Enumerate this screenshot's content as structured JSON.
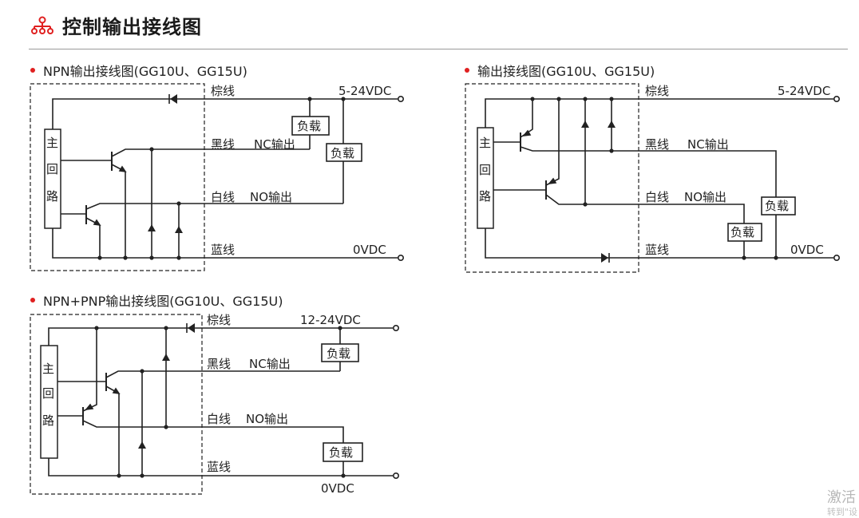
{
  "header": {
    "title": "控制输出接线图",
    "icon": "network-icon",
    "accent": "#e02020"
  },
  "sections": [
    {
      "title": "NPN输出接线图(GG10U、GG15U)"
    },
    {
      "title": "输出接线图(GG10U、GG15U)"
    },
    {
      "title": "NPN+PNP输出接线图(GG10U、GG15U)"
    }
  ],
  "diagrams": {
    "npn": {
      "main_circuit": [
        "主",
        "回",
        "路"
      ],
      "brown": "棕线",
      "black": "黑线",
      "nc_out": "NC输出",
      "white": "白线",
      "no_out": "NO输出",
      "blue": "蓝线",
      "vplus": "5-24VDC",
      "vzero": "0VDC",
      "load1": "负载",
      "load2": "负载"
    },
    "pnp": {
      "main_circuit": [
        "主",
        "回",
        "路"
      ],
      "brown": "棕线",
      "black": "黑线",
      "nc_out": "NC输出",
      "white": "白线",
      "no_out": "NO输出",
      "blue": "蓝线",
      "vplus": "5-24VDC",
      "vzero": "0VDC",
      "load1": "负载",
      "load2": "负载"
    },
    "both": {
      "main_circuit": [
        "主",
        "回",
        "路"
      ],
      "brown": "棕线",
      "black": "黑线",
      "nc_out": "NC输出",
      "white": "白线",
      "no_out": "NO输出",
      "blue": "蓝线",
      "vplus": "12-24VDC",
      "vzero": "0VDC",
      "load1": "负载",
      "load2": "负载"
    }
  },
  "watermark": {
    "line1": "激活",
    "line2": "转到\"设置\""
  }
}
